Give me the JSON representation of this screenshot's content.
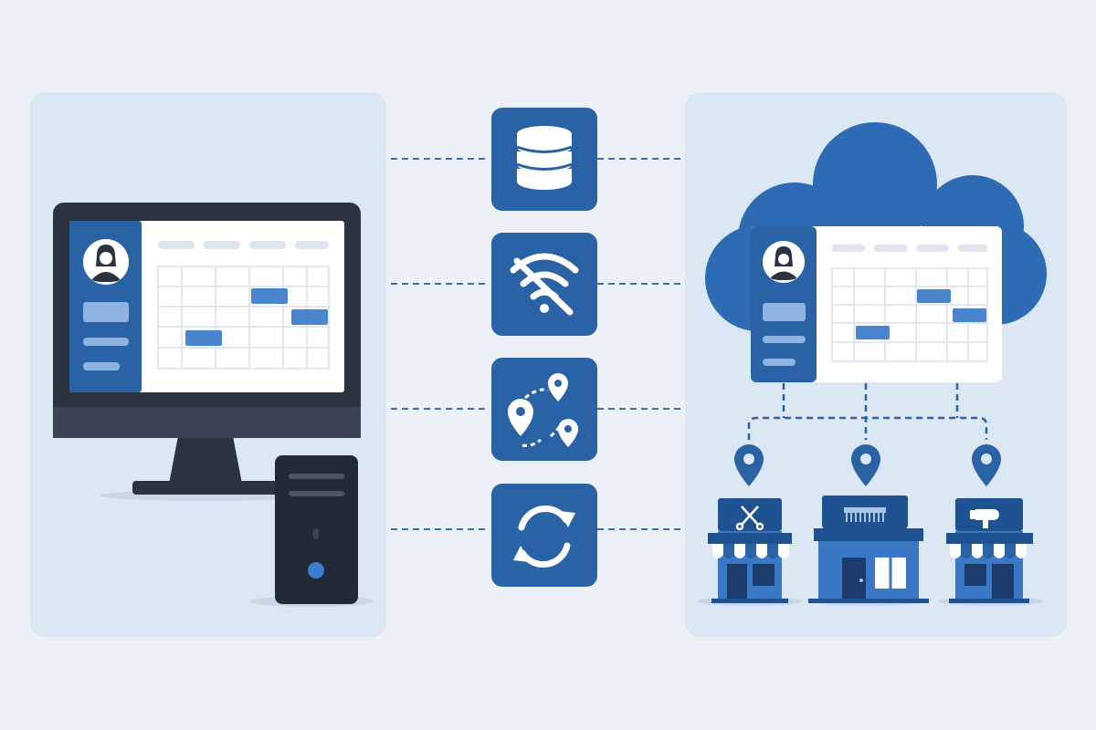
{
  "colors": {
    "background": "#edf1f7",
    "panel": "#dce7f4",
    "brand_blue": "#2a62a6",
    "dark_blue": "#1f5291",
    "light_blue": "#4a86cf",
    "pale_blue": "#a9c4e6",
    "monitor_dark": "#2b3340",
    "screen_white": "#ffffff",
    "grid_line": "#dfe6ef",
    "dashed_line": "#3e6fad"
  },
  "left_panel": {
    "monitor": {
      "sidebar_icon": "user-avatar-icon",
      "calendar_events": 3
    },
    "tower": {
      "power_light": "power-led"
    }
  },
  "center_icons": [
    {
      "name": "database-icon"
    },
    {
      "name": "wifi-off-icon"
    },
    {
      "name": "multi-location-icon"
    },
    {
      "name": "sync-icon"
    }
  ],
  "right_panel": {
    "cloud_app": {
      "sidebar_icon": "user-avatar-icon",
      "calendar_events": 3
    },
    "locations": [
      {
        "name": "barber-shop",
        "sign_icon": "scissors-comb-icon"
      },
      {
        "name": "salon",
        "sign_icon": "comb-icon"
      },
      {
        "name": "hair-studio",
        "sign_icon": "hair-dryer-icon"
      }
    ]
  }
}
